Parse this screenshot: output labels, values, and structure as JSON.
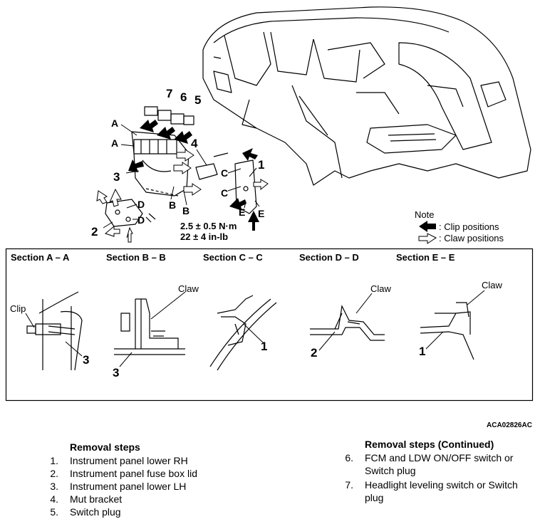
{
  "diagram": {
    "callouts": {
      "n1": "1",
      "n2": "2",
      "n3": "3",
      "n4": "4",
      "n5": "5",
      "n6": "6",
      "n7": "7",
      "a1": "A",
      "a2": "A",
      "b1": "B",
      "b2": "B",
      "c1": "C",
      "c2": "C",
      "d1": "D",
      "d2": "D",
      "e1": "E",
      "e2": "E"
    },
    "torque": {
      "metric": "2.5 ± 0.5 N·m",
      "imperial": "22 ± 4 in-lb"
    },
    "note": {
      "title": "Note",
      "clip_label": ": Clip positions",
      "claw_label": ": Claw positions"
    }
  },
  "sections": {
    "aa": {
      "title": "Section A – A",
      "clip_label": "Clip",
      "part": "3"
    },
    "bb": {
      "title": "Section B – B",
      "claw_label": "Claw",
      "part": "3"
    },
    "cc": {
      "title": "Section C – C",
      "part": "1"
    },
    "dd": {
      "title": "Section D – D",
      "claw_label": "Claw",
      "part": "2"
    },
    "ee": {
      "title": "Section E – E",
      "claw_label": "Claw",
      "part": "1"
    }
  },
  "figure_code": "ACA02826AC",
  "removal_steps": {
    "title": "Removal steps",
    "items": [
      {
        "num": "1.",
        "text": "Instrument panel lower RH"
      },
      {
        "num": "2.",
        "text": "Instrument panel fuse box lid"
      },
      {
        "num": "3.",
        "text": "Instrument panel lower LH"
      },
      {
        "num": "4.",
        "text": "Mut bracket"
      },
      {
        "num": "5.",
        "text": "Switch plug"
      }
    ]
  },
  "removal_steps_continued": {
    "title": "Removal steps (Continued)",
    "items": [
      {
        "num": "6.",
        "text": "FCM and LDW ON/OFF switch or Switch plug"
      },
      {
        "num": "7.",
        "text": "Headlight leveling switch or Switch plug"
      }
    ]
  }
}
